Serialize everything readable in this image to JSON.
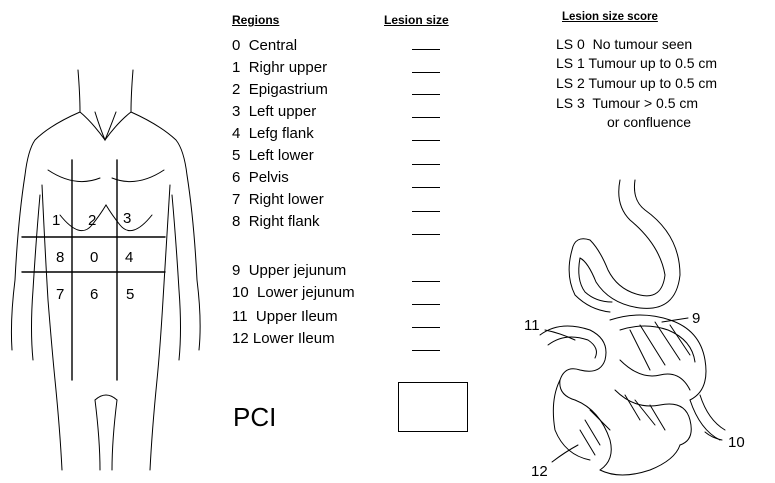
{
  "regions_header": "Regions",
  "lesion_size_header": "Lesion size",
  "score_header": "Lesion size score",
  "regions": [
    {
      "num": "0",
      "name": "Central"
    },
    {
      "num": "1",
      "name": "Righr upper"
    },
    {
      "num": "2",
      "name": "Epigastrium"
    },
    {
      "num": "3",
      "name": "Left upper"
    },
    {
      "num": "4",
      "name": "Lefg flank"
    },
    {
      "num": "5",
      "name": "Left lower"
    },
    {
      "num": "6",
      "name": "Pelvis"
    },
    {
      "num": "7",
      "name": "Right lower"
    },
    {
      "num": "8",
      "name": "Right flank"
    },
    {
      "num": "9",
      "name": "Upper jejunum"
    },
    {
      "num": "10",
      "name": "Lower jejunum"
    },
    {
      "num": "11",
      "name": "Upper Ileum"
    },
    {
      "num": "12",
      "name": "Lower Ileum"
    }
  ],
  "scores": [
    {
      "code": "LS 0",
      "desc": "No tumour seen"
    },
    {
      "code": "LS 1",
      "desc": "Tumour up to 0.5 cm"
    },
    {
      "code": "LS 2",
      "desc": "Tumour up to 0.5 cm"
    },
    {
      "code": "LS 3",
      "desc": "Tumour > 0.5 cm"
    }
  ],
  "score_extra": "or confluence",
  "pci_label": "PCI",
  "body_grid": [
    "1",
    "2",
    "3",
    "8",
    "0",
    "4",
    "7",
    "6",
    "5"
  ],
  "intestine_labels": [
    "11",
    "9",
    "12",
    "10"
  ]
}
